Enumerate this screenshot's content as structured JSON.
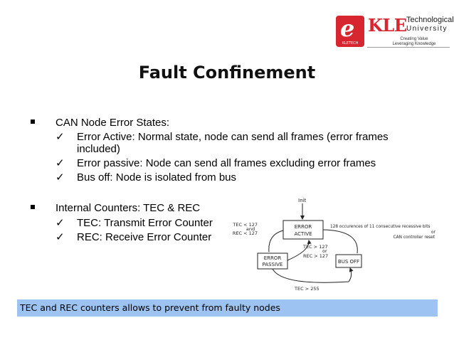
{
  "logo": {
    "glyph": "e",
    "mark_text": "KLETECH",
    "brand": "KLE",
    "line1": "Technological",
    "line2": "University",
    "tagline1": "Creating Value",
    "tagline2": "Leveraging Knowledge"
  },
  "title": "Fault Confinement",
  "sections": [
    {
      "heading": "CAN Node Error States:",
      "items": [
        "Error Active: Normal state, node can send all frames (error frames",
        "included)",
        "Error passive: Node can send all frames excluding error frames",
        "Bus off: Node is isolated from bus"
      ]
    },
    {
      "heading": "Internal Counters: TEC & REC",
      "items": [
        "TEC: Transmit Error Counter",
        "REC: Receive Error Counter"
      ]
    }
  ],
  "diagram": {
    "init": "Init",
    "state_active_l1": "ERROR",
    "state_active_l2": "ACTIVE",
    "state_passive_l1": "ERROR",
    "state_passive_l2": "PASSIVE",
    "state_busoff": "BUS OFF",
    "lbl_left_1": "TEC < 127",
    "lbl_left_2": "and",
    "lbl_left_3": "REC < 127",
    "lbl_mid_1": "TEC > 127",
    "lbl_mid_2": "or",
    "lbl_mid_3": "REC > 127",
    "lbl_right_1": "128 occurences of 11 consecutive recessive bits",
    "lbl_right_2": "or",
    "lbl_right_3": "CAN controller reset",
    "lbl_bottom": "TEC > 255"
  },
  "footer": "TEC and REC counters allows to prevent from faulty nodes",
  "colors": {
    "brand_red": "#d7262f",
    "footer_bg": "#9cc3f2"
  }
}
